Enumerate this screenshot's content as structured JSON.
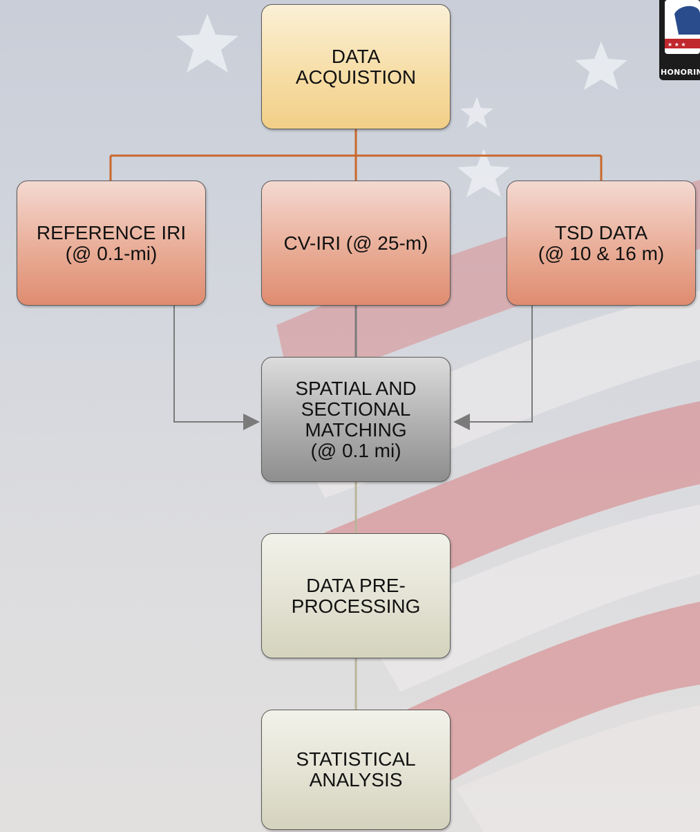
{
  "diagram": {
    "nodes": {
      "acquisition": "DATA\nACQUISTION",
      "reference_iri": "REFERENCE IRI\n(@ 0.1-mi)",
      "cv_iri": "CV-IRI (@ 25-m)",
      "tsd_data": "TSD DATA\n(@ 10 & 16 m)",
      "matching": "SPATIAL AND\nSECTIONAL\nMATCHING\n(@ 0.1 mi)",
      "preprocessing": "DATA PRE-\nPROCESSING",
      "analysis": "STATISTICAL\nANALYSIS"
    },
    "logo_text": "HONORING",
    "colors": {
      "branch_connector": "#c8682c",
      "arrow_connector": "#7a7a7a",
      "flow_connector": "#b9b59a"
    }
  }
}
